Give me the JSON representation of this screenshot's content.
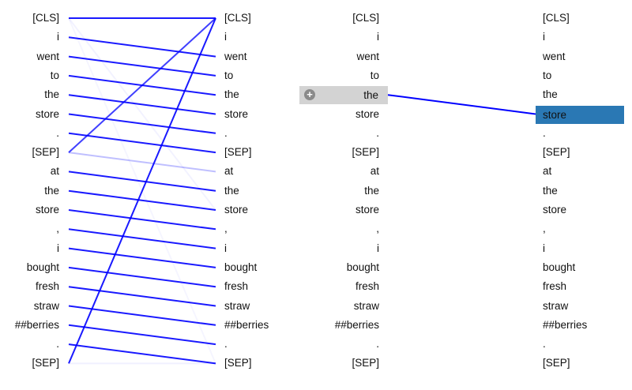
{
  "tokens": [
    "[CLS]",
    "i",
    "went",
    "to",
    "the",
    "store",
    ".",
    "[SEP]",
    "at",
    "the",
    "store",
    ",",
    "i",
    "bought",
    "fresh",
    "straw",
    "##berries",
    ".",
    "[SEP]"
  ],
  "left_panel": {
    "edge_color": "#0000ff",
    "edges": [
      {
        "from": 0,
        "to": 0,
        "weight": 0.9
      },
      {
        "from": 1,
        "to": 2,
        "weight": 0.9
      },
      {
        "from": 2,
        "to": 3,
        "weight": 0.9
      },
      {
        "from": 3,
        "to": 4,
        "weight": 0.9
      },
      {
        "from": 4,
        "to": 5,
        "weight": 0.9
      },
      {
        "from": 5,
        "to": 6,
        "weight": 0.9
      },
      {
        "from": 6,
        "to": 7,
        "weight": 0.9
      },
      {
        "from": 7,
        "to": 0,
        "weight": 0.75
      },
      {
        "from": 7,
        "to": 8,
        "weight": 0.25
      },
      {
        "from": 8,
        "to": 9,
        "weight": 0.9
      },
      {
        "from": 9,
        "to": 10,
        "weight": 0.9
      },
      {
        "from": 10,
        "to": 11,
        "weight": 0.9
      },
      {
        "from": 11,
        "to": 12,
        "weight": 0.9
      },
      {
        "from": 12,
        "to": 13,
        "weight": 0.9
      },
      {
        "from": 13,
        "to": 14,
        "weight": 0.9
      },
      {
        "from": 14,
        "to": 15,
        "weight": 0.9
      },
      {
        "from": 15,
        "to": 16,
        "weight": 0.9
      },
      {
        "from": 16,
        "to": 17,
        "weight": 0.9
      },
      {
        "from": 17,
        "to": 18,
        "weight": 0.9
      },
      {
        "from": 18,
        "to": 0,
        "weight": 0.9
      },
      {
        "from": 0,
        "to": 10,
        "weight": 0.05
      },
      {
        "from": 0,
        "to": 18,
        "weight": 0.04
      },
      {
        "from": 18,
        "to": 18,
        "weight": 0.06
      }
    ]
  },
  "right_panel": {
    "selected_query_index": 4,
    "selected_key_index": 5,
    "expand_icon": "plus-circle-icon",
    "highlight_query_color": "#d3d3d3",
    "highlight_key_color": "#2a78b4",
    "edge_color": "#0000ff"
  }
}
